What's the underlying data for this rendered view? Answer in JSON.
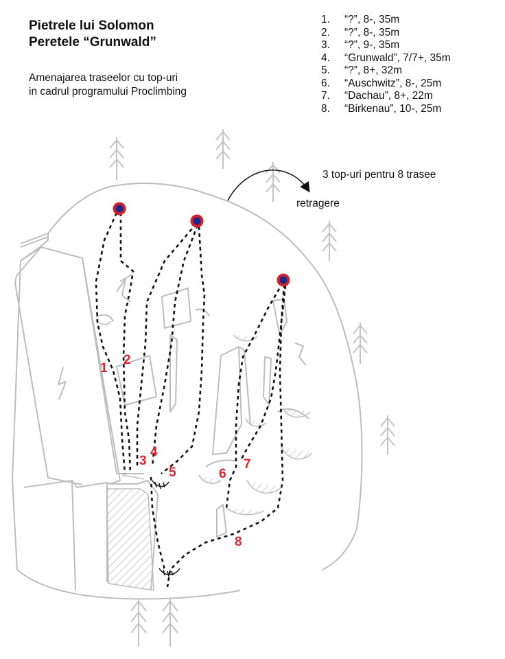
{
  "header": {
    "title_line1": "Pietrele lui Solomon",
    "title_line2": "Peretele “Grunwald”",
    "subtitle_line1": "Amenajarea traseelor cu top-uri",
    "subtitle_line2": "in cadrul programului Proclimbing"
  },
  "routes": [
    {
      "num": "1.",
      "text": "“?”, 8-, 35m"
    },
    {
      "num": "2.",
      "text": "“?”, 8-, 35m"
    },
    {
      "num": "3.",
      "text": "“?”, 9-, 35m"
    },
    {
      "num": "4.",
      "text": "“Grunwald”, 7/7+, 35m"
    },
    {
      "num": "5.",
      "text": "“?”, 8+, 32m"
    },
    {
      "num": "6.",
      "text": "“Auschwitz”, 8-, 25m"
    },
    {
      "num": "7.",
      "text": "“Dachau”, 8+, 22m"
    },
    {
      "num": "8.",
      "text": "“Birkenau”, 10-, 25m"
    }
  ],
  "note": "3 top-uri pentru 8 trasee",
  "retreat_label": "retragere",
  "route_labels": [
    "1",
    "2",
    "3",
    "4",
    "5",
    "6",
    "7",
    "8"
  ],
  "colors": {
    "route_number": "#e3202a",
    "anchor_ring": "#d4202a",
    "anchor_center": "#1a2a8a",
    "rock_outline": "#bdbdbd",
    "route_line": "#111111"
  }
}
